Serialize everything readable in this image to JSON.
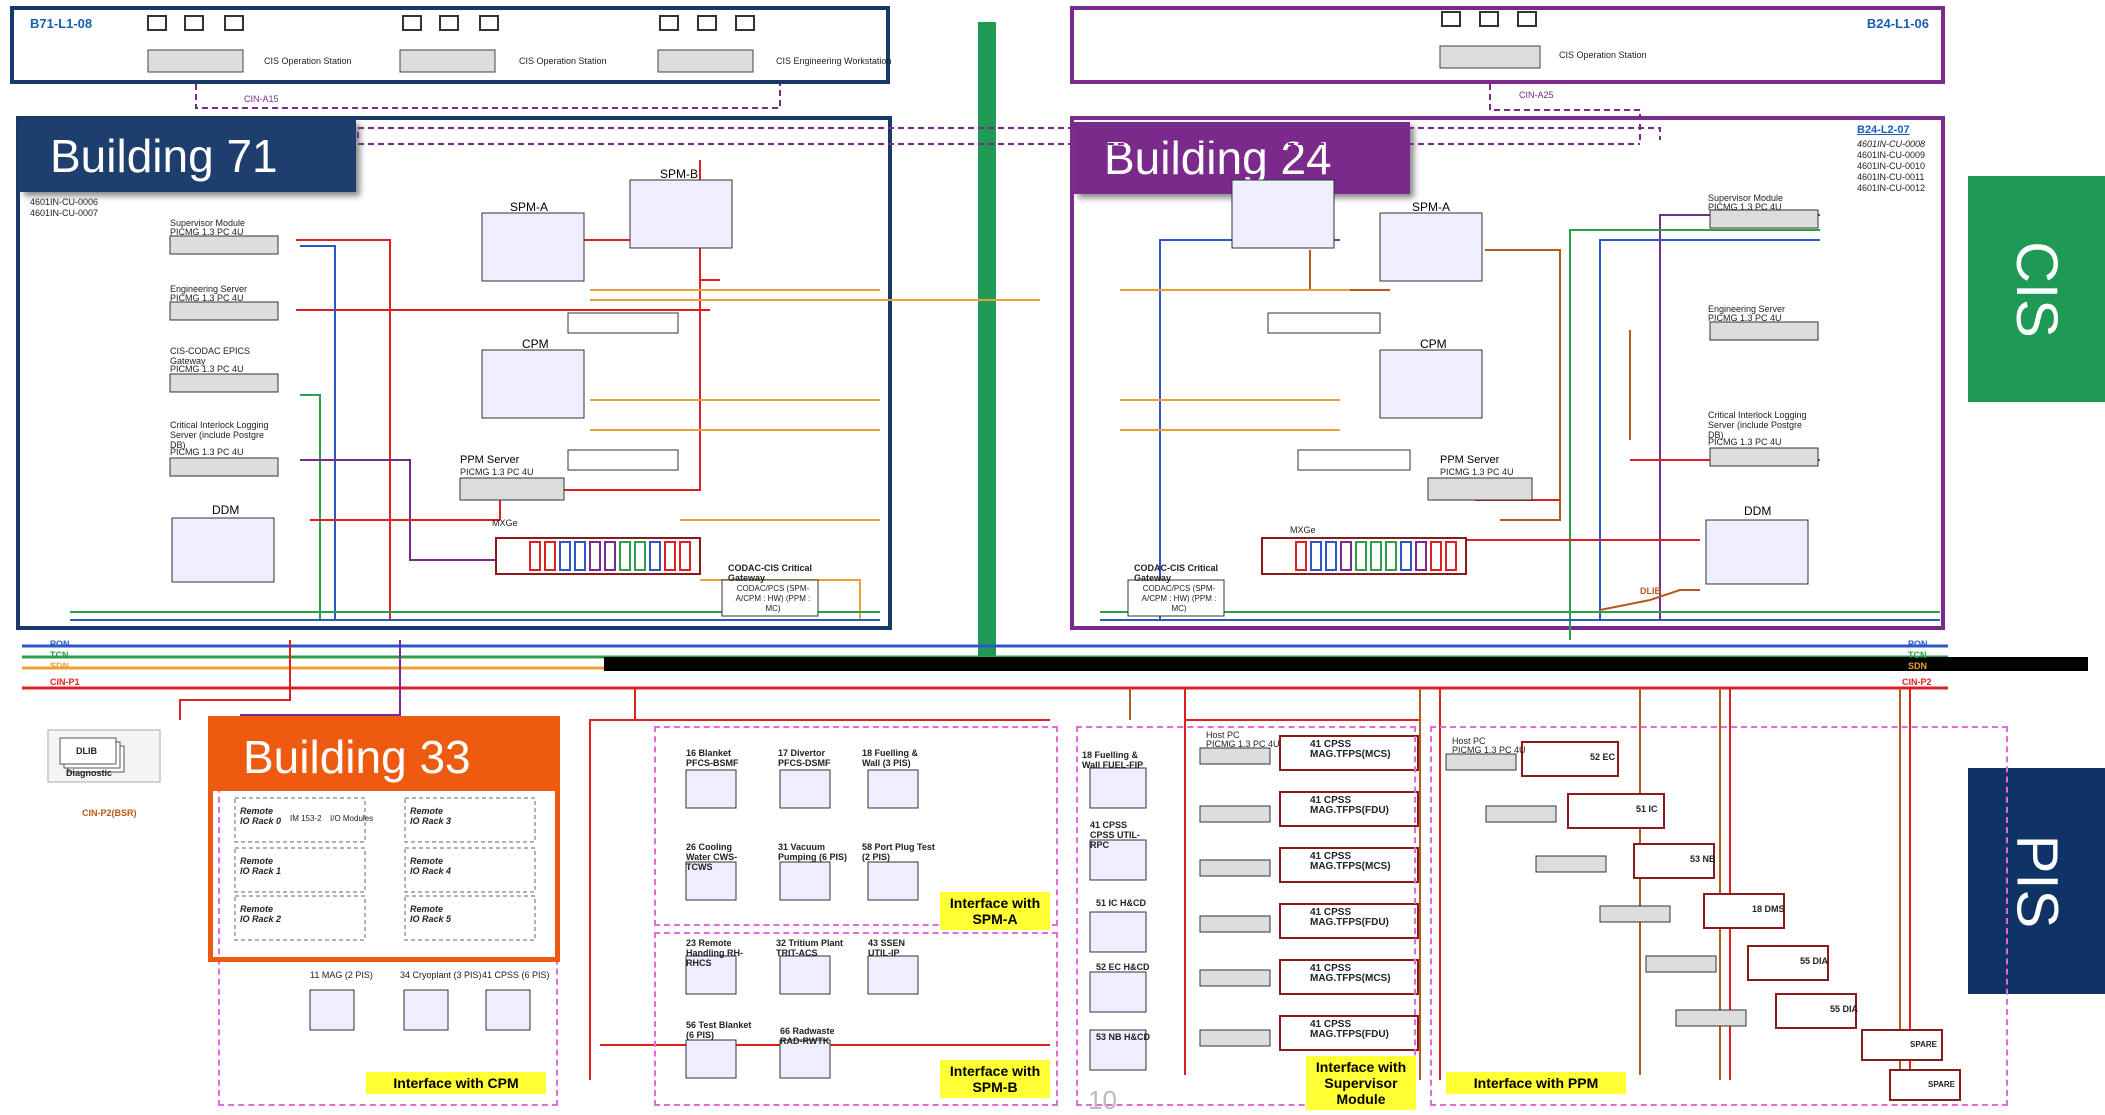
{
  "header_left": {
    "label": "B71-L1-08",
    "stations": [
      "CIS Operation Station",
      "CIS Operation Station",
      "CIS Engineering Workstation"
    ],
    "net": "CIN-A15"
  },
  "header_right": {
    "label": "B24-L1-06",
    "stations": [
      "CIS Operation Station"
    ],
    "net": "CIN-A25"
  },
  "building71": {
    "title": "Building 71",
    "refs": [
      "4601IN-CU-0006",
      "4601IN-CU-0007"
    ],
    "servers": [
      {
        "name": "Supervisor Module",
        "spec": "PICMG 1.3 PC 4U"
      },
      {
        "name": "Engineering Server",
        "spec": "PICMG 1.3 PC 4U"
      },
      {
        "name": "CIS-CODAC EPICS Gateway",
        "spec": "PICMG 1.3 PC 4U"
      },
      {
        "name": "Critical Interlock Logging Server (include Postgre DB)",
        "spec": "PICMG 1.3 PC 4U"
      }
    ],
    "spm_a": "SPM-A",
    "spm_b": "SPM-B",
    "cpm": "CPM",
    "ddm": "DDM",
    "ppm_server": "PPM Server",
    "ppm_spec": "PICMG 1.3 PC 4U",
    "gateway": "CODAC-CIS Critical Gateway",
    "gateway_sub": "CODAC/PCS (SPM-A/CPM : HW) (PPM : MC)",
    "mxge": "MXGe"
  },
  "building24": {
    "title": "Building 24",
    "ref_link": "B24-L2-07",
    "refs": [
      "4601IN-CU-0008",
      "4601IN-CU-0009",
      "4601IN-CU-0010",
      "4601IN-CU-0011",
      "4601IN-CU-0012"
    ],
    "servers": [
      {
        "name": "Supervisor Module",
        "spec": "PICMG 1.3 PC 4U"
      },
      {
        "name": "Engineering Server",
        "spec": "PICMG 1.3 PC 4U"
      },
      {
        "name": "Critical Interlock Logging Server (include Postgre DB)",
        "spec": "PICMG 1.3 PC 4U"
      }
    ],
    "spm_a": "SPM-A",
    "cpm": "CPM",
    "ddm": "DDM",
    "ppm_server": "PPM Server",
    "ppm_spec": "PICMG 1.3 PC 4U",
    "gateway": "CODAC-CIS Critical Gateway",
    "gateway_sub": "CODAC/PCS (SPM-A/CPM : HW) (PPM : MC)",
    "mxge": "MXGe",
    "dlib": "DLIB"
  },
  "networks_left": [
    "PON",
    "TCN",
    "SDN",
    "CIN-P1"
  ],
  "networks_right": [
    "PON",
    "TCN",
    "SDN",
    "CIN-P2"
  ],
  "colors": {
    "pon": "#2b57c7",
    "tcn": "#2aa04a",
    "sdn": "#e8a23a",
    "cin": "#e02020",
    "b71": "#183a6b",
    "b24": "#7a2a8a",
    "b33": "#ee5b10",
    "cis": "#1f9a55",
    "pis": "#0f3366"
  },
  "side_cis": "CIS",
  "side_pis": "PIS",
  "dlib_box": {
    "title": "DLIB",
    "sub": "Diagnostic",
    "net": "CIN-P2(BSR)"
  },
  "building33": {
    "title": "Building 33",
    "racks": [
      {
        "name": "Remote IO Rack 0"
      },
      {
        "name": "Remote IO Rack 1"
      },
      {
        "name": "Remote IO Rack 2"
      },
      {
        "name": "Remote IO Rack 3"
      },
      {
        "name": "Remote IO Rack 4"
      },
      {
        "name": "Remote IO Rack 5"
      }
    ],
    "im_label": "IM 153-2",
    "io_label": "I/O Modules"
  },
  "cpm_groups": [
    "11 MAG (2 PIS)",
    "34 Cryoplant (3 PIS)",
    "41 CPSS (6 PIS)"
  ],
  "spma_groups": [
    "16 Blanket PFCS-BSMF",
    "17 Divertor PFCS-DSMF",
    "18 Fuelling & Wall (3 PIS)",
    "26 Cooling Water CWS-TCWS",
    "31 Vacuum Pumping (6 PIS)",
    "58 Port Plug Test (2 PIS)"
  ],
  "spmb_groups": [
    "23 Remote Handling RH-RHCS",
    "32 Tritium Plant TRIT-ACS",
    "43 SSEN UTIL-IP",
    "56 Test Blanket (6 PIS)",
    "66 Radwaste RAD-RWTK"
  ],
  "sup_groups": [
    "18 Fuelling & Wall FUEL-FIP",
    "41 CPSS CPSS UTIL-RPC",
    "51 IC H&CD",
    "52 EC H&CD",
    "53 NB H&CD"
  ],
  "mcs_items": [
    "41 CPSS MAG.TFPS(MCS)",
    "41 CPSS MAG.TFPS(FDU)",
    "41 CPSS MAG.TFPS(MCS)",
    "41 CPSS MAG.TFPS(FDU)",
    "41 CPSS MAG.TFPS(MCS)",
    "41 CPSS MAG.TFPS(FDU)"
  ],
  "host_pc": "Host PC",
  "host_spec": "PICMG 1.3 PC 4U",
  "ppm_items": [
    "52 EC",
    "51 IC",
    "53 NB",
    "18 DMS",
    "55 DIA",
    "55 DIA",
    "SPARE",
    "SPARE"
  ],
  "interfaces": {
    "cpm": "Interface with CPM",
    "spma": "Interface with SPM-A",
    "spmb": "Interface with SPM-B",
    "sup": "Interface with Supervisor Module",
    "ppm": "Interface with PPM"
  },
  "page_num": "10"
}
